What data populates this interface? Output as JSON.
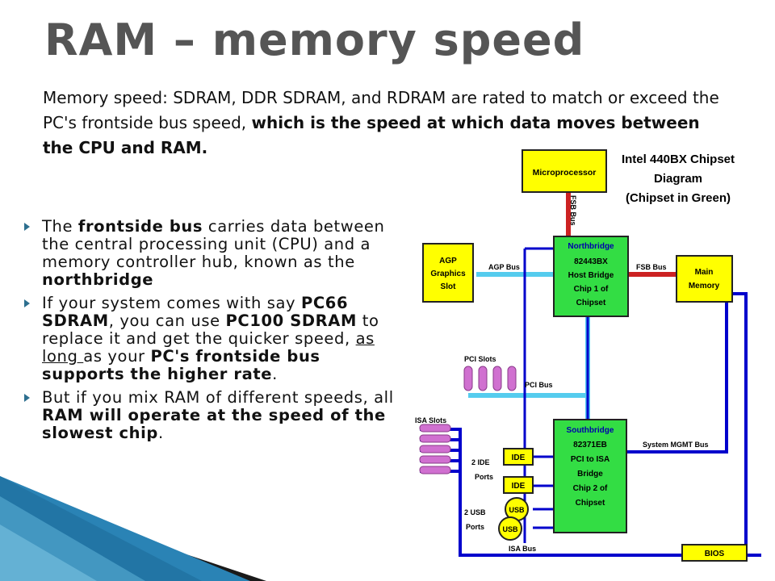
{
  "slide": {
    "title": "RAM – memory speed",
    "intro": {
      "t1": "Memory speed",
      "t2": ": SDRAM, DDR SDRAM, and RDRAM are rated to match or exceed the PC's frontside bus speed, ",
      "t3": "which is the speed at which data moves between the CPU and RAM."
    },
    "bullets": [
      {
        "a": "The ",
        "b": "frontside bus",
        "c": " carries data between the central processing unit (CPU) and a memory controller hub, known as the ",
        "d": "northbridge"
      },
      {
        "a": "If your system comes with say ",
        "b": "PC66 SDRAM",
        "c": ", you can use ",
        "d": "PC100 SDRAM",
        "e": " to replace it and get the quicker speed, ",
        "f": "as long ",
        "g": "as your ",
        "h": "PC's frontside bus supports the higher rate",
        "i": "."
      },
      {
        "a": "But if you mix RAM of different speeds, all ",
        "b": "RAM will operate at the speed of the slowest chip",
        "c": "."
      }
    ]
  },
  "diagram": {
    "title_lines": [
      "Intel 440BX Chipset",
      "Diagram",
      "(Chipset in Green)"
    ],
    "microprocessor": "Microprocessor",
    "fsb_vertical": "FSB Bus",
    "agp_slot": [
      "AGP",
      "Graphics",
      "Slot"
    ],
    "agp_bus": "AGP Bus",
    "northbridge": [
      "Northbridge",
      "82443BX",
      "Host Bridge",
      "Chip 1 of",
      "Chipset"
    ],
    "fsb_bus": "FSB Bus",
    "main_memory": [
      "Main",
      "Memory"
    ],
    "pci_slots": "PCI Slots",
    "pci_bus": "PCI Bus",
    "isa_slots": "ISA Slots",
    "system_mgmt_bus": "System MGMT Bus",
    "southbridge": [
      "Southbridge",
      "82371EB",
      "PCI to ISA",
      "Bridge",
      "Chip 2 of",
      "Chipset"
    ],
    "ide_ports_label": [
      "2 IDE",
      "Ports"
    ],
    "ide": "IDE",
    "usb_ports_label": [
      "2 USB",
      "Ports"
    ],
    "usb": "USB",
    "isa_bus": "ISA Bus",
    "bios": "BIOS"
  },
  "colors": {
    "title_gray": "#555555",
    "bullet_arrow": "#2d6f8f",
    "chip_yellow": "#ffff00",
    "chip_green": "#33dd44",
    "bus_blue": "#0000cc",
    "bus_red": "#cc2222",
    "slot_purple": "#d070d0",
    "bus_cyan": "#55ccee"
  }
}
